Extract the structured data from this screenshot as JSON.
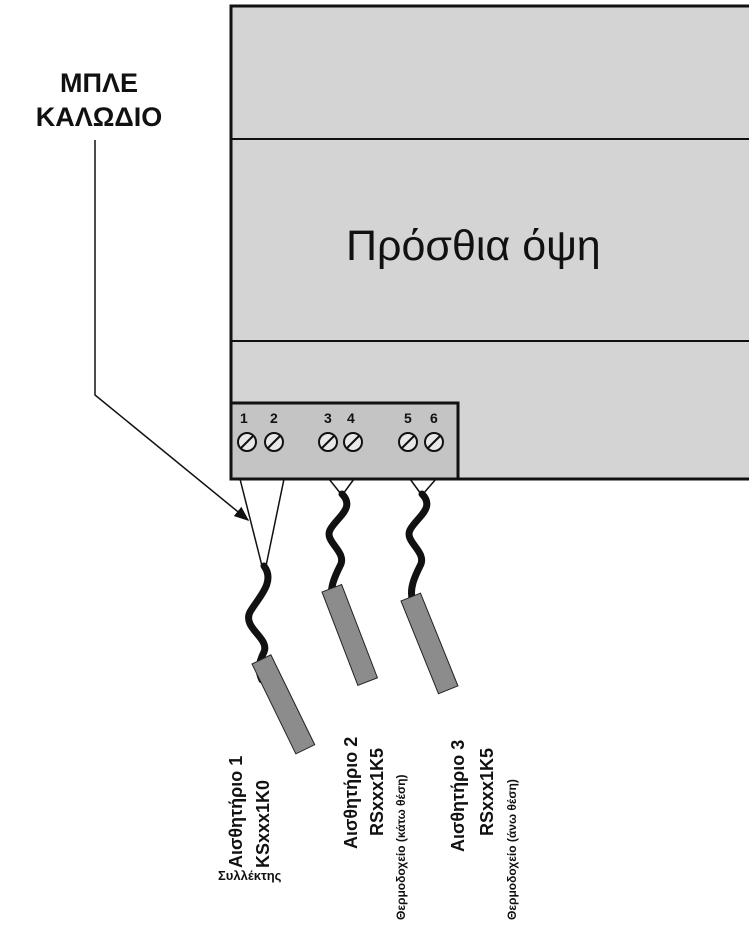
{
  "blue_wire_label": {
    "line1": "ΜΠΛΕ",
    "line2": "ΚΑΛΩΔΙΟ"
  },
  "device": {
    "front_view_label": "Πρόσθια όψη"
  },
  "terminals": {
    "numbers": [
      "1",
      "2",
      "3",
      "4",
      "5",
      "6"
    ]
  },
  "sensors": [
    {
      "title": "Αισθητήριο 1",
      "model": "KSxxx1K0",
      "location": "Συλλέκτης"
    },
    {
      "title": "Αισθητήριο 2",
      "model": "RSxxx1K5",
      "location": "Θερμοδοχείο (κάτω θέση)"
    },
    {
      "title": "Αισθητήριο 3",
      "model": "RSxxx1K5",
      "location": "Θερμοδοχείο (άνω θέση)"
    }
  ],
  "colors": {
    "device_body": "#d4d4d4",
    "terminal_block": "#c4c4c4",
    "probe": "#8c8c8c",
    "cable": "#111111"
  }
}
